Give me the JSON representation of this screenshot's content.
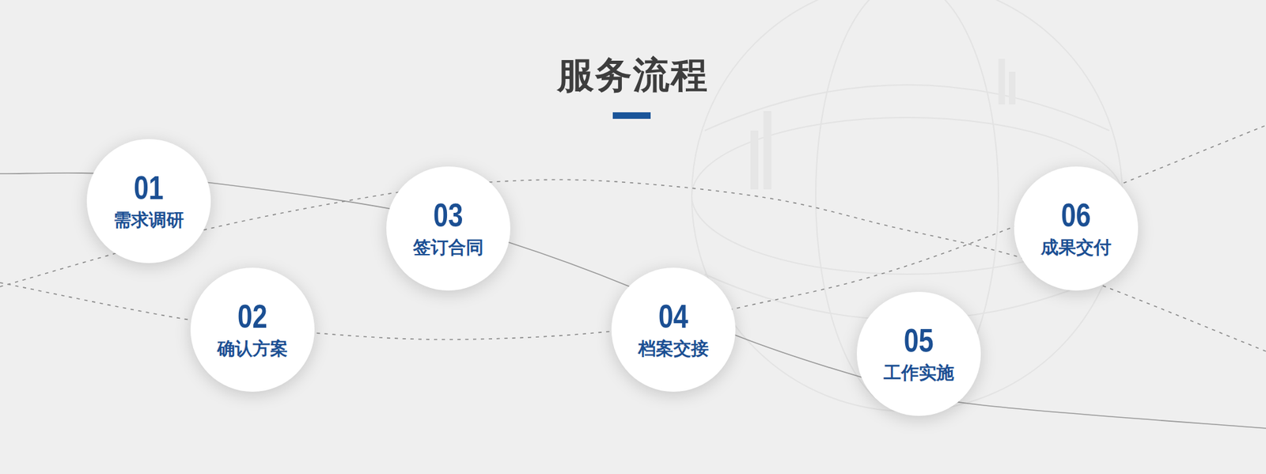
{
  "diagram": {
    "title": "服务流程",
    "nodes": [
      {
        "text": [
          "01",
          "需求调研"
        ]
      },
      {
        "text": [
          "02",
          "确认方案"
        ]
      },
      {
        "text": [
          "03",
          "签订合同"
        ]
      },
      {
        "text": [
          "04",
          "档案交接"
        ]
      },
      {
        "text": [
          "05",
          "工作实施"
        ]
      },
      {
        "text": [
          "06",
          "成果交付"
        ]
      }
    ]
  }
}
